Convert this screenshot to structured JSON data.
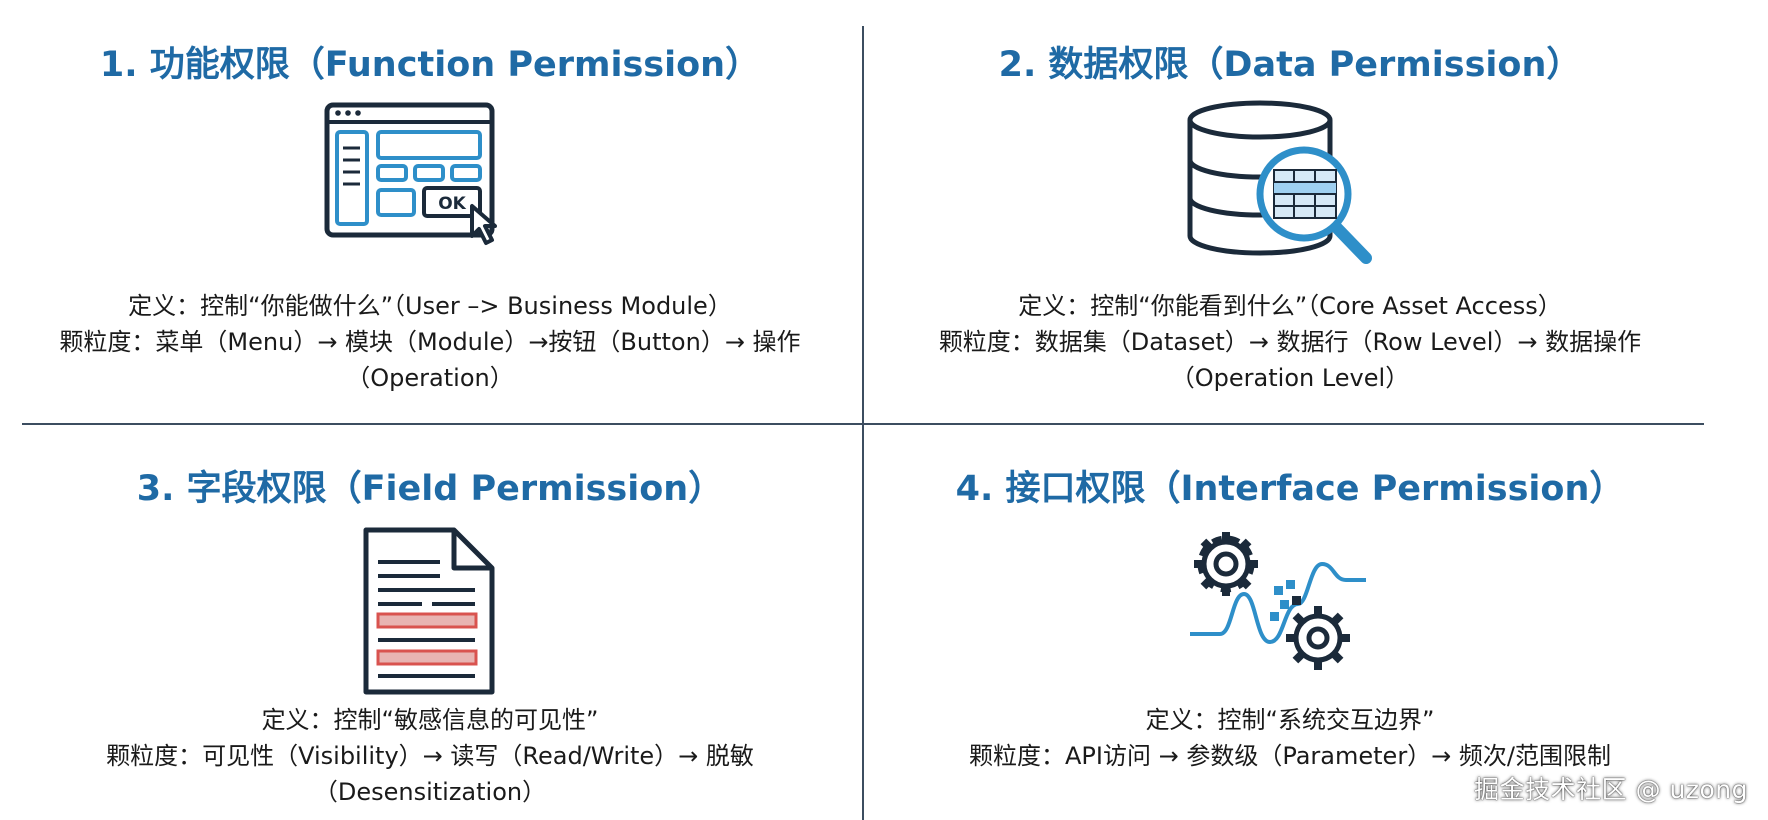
{
  "quadrants": [
    {
      "title": "1. 功能权限（Function Permission）",
      "definition": "定义：控制“你能做什么”（User –> Business Module）",
      "granularity": "颗粒度：菜单（Menu）→ 模块（Module）→按钮（Button）→ 操作",
      "granularity_cont": "（Operation）",
      "icon": "app-window-ok-cursor-icon",
      "button_text": "OK"
    },
    {
      "title": "2. 数据权限（Data Permission）",
      "definition": "定义：控制“你能看到什么”（Core Asset Access）",
      "granularity": "颗粒度：数据集（Dataset）→ 数据行（Row Level）→ 数据操作",
      "granularity_cont": "（Operation Level）",
      "icon": "database-magnifier-icon"
    },
    {
      "title": "3. 字段权限（Field Permission）",
      "definition": "定义：控制“敏感信息的可见性”",
      "granularity": "颗粒度：可见性（Visibility）→ 读写（Read/Write）→ 脱敏",
      "granularity_cont": "（Desensitization）",
      "icon": "document-redacted-icon"
    },
    {
      "title": "4. 接口权限（Interface Permission）",
      "definition": "定义：控制“系统交互边界”",
      "granularity": "颗粒度：API访问 → 参数级（Parameter）→ 频次/范围限制",
      "icon": "gears-signal-icon"
    }
  ],
  "watermark": "掘金技术社区 @ uzong",
  "colors": {
    "title": "#1f6aa5",
    "icon_dark": "#1b2a3a",
    "icon_accent": "#2e8fc9",
    "redact": "#d9534f",
    "divider": "#3c4d60"
  }
}
